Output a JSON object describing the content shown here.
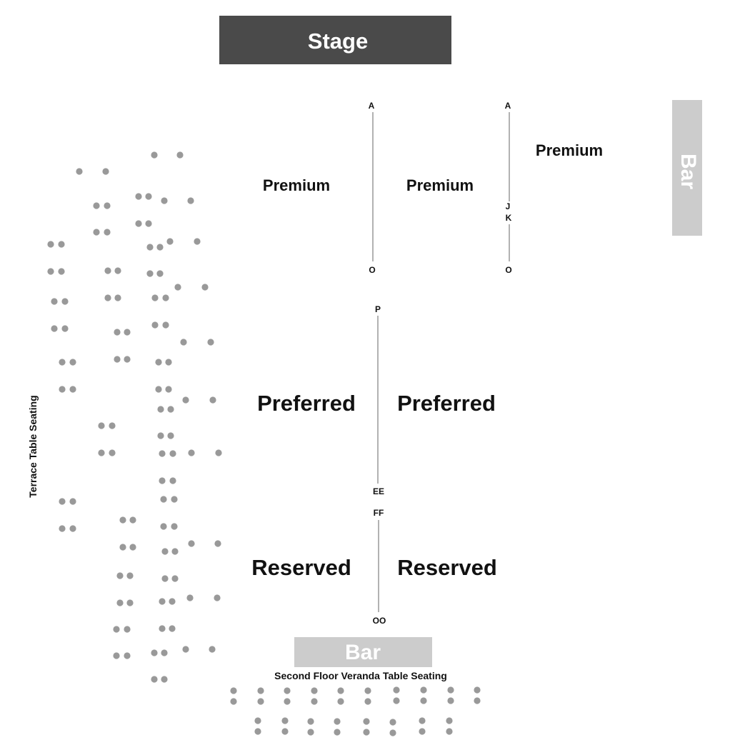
{
  "stage": {
    "label": "Stage",
    "fill": "#4a4a4a",
    "text_color": "#ffffff"
  },
  "bars": [
    {
      "label": "Bar",
      "fill": "#cccccc",
      "text_color": "#ffffff"
    },
    {
      "label": "Bar",
      "fill": "#cccccc",
      "text_color": "#ffffff"
    }
  ],
  "sections": {
    "premium_left": "Premium",
    "premium_center": "Premium",
    "premium_right": "Premium",
    "preferred_left": "Preferred",
    "preferred_right": "Preferred",
    "reserved_left": "Reserved",
    "reserved_right": "Reserved"
  },
  "rows": {
    "aisle_center_top": "A",
    "aisle_center_bottom": "O",
    "aisle_right_top": "A",
    "aisle_right_j": "J",
    "aisle_right_k": "K",
    "aisle_right_bottom": "O",
    "preferred_top": "P",
    "preferred_bottom": "EE",
    "reserved_top": "FF",
    "reserved_bottom": "OO"
  },
  "areas": {
    "terrace": "Terrace Table Seating",
    "veranda": "Second Floor Veranda Table Seating"
  },
  "seat_color": "#999999",
  "line_color": "#666666"
}
